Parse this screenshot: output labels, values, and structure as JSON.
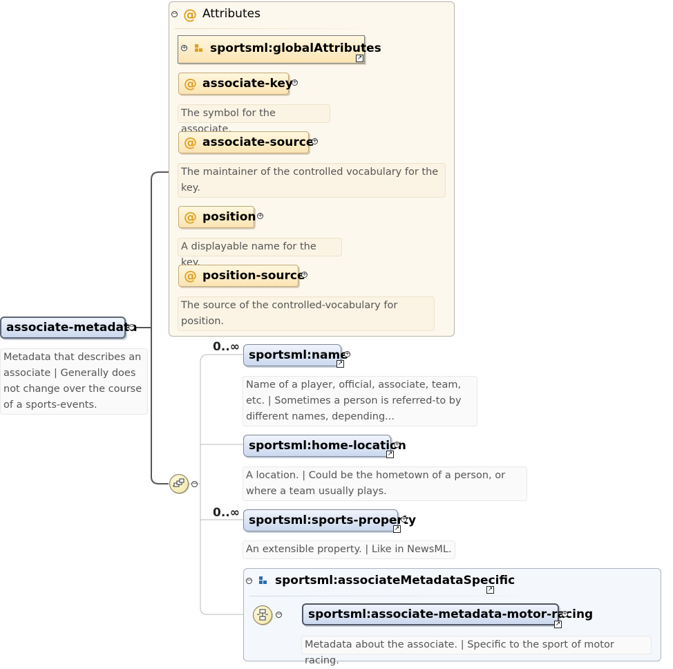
{
  "root": {
    "name": "associate-metadata",
    "doc": [
      "Metadata that describes an",
      "associate | Generally does",
      "not change over the course",
      "of a sports-events."
    ]
  },
  "attributes": {
    "title": "Attributes",
    "group_ref": "sportsml:globalAttributes",
    "items": [
      {
        "name": "associate-key",
        "doc": [
          "The symbol for the associate."
        ]
      },
      {
        "name": "associate-source",
        "doc": [
          "The maintainer of the controlled vocabulary for the",
          "key."
        ]
      },
      {
        "name": "position",
        "doc": [
          "A displayable name for the key."
        ]
      },
      {
        "name": "position-source",
        "doc": [
          "The source of the controlled-vocabulary for",
          "position."
        ]
      }
    ]
  },
  "sequence": {
    "children": [
      {
        "name": "sportsml:name",
        "cardinality": "0..∞",
        "doc": [
          "Name of a player, official, associate, team,",
          "etc. | Sometimes a person is referred-to by",
          "different names, depending..."
        ]
      },
      {
        "name": "sportsml:home-location",
        "cardinality": "",
        "doc": [
          "A location. | Could be the hometown of a person, or",
          "where a team usually plays."
        ]
      },
      {
        "name": "sportsml:sports-property",
        "cardinality": "0..∞",
        "doc": [
          "An extensible property. | Like in NewsML."
        ]
      }
    ],
    "group": {
      "title": "sportsml:associateMetadataSpecific",
      "choice_child": {
        "name": "sportsml:associate-metadata-motor-racing",
        "doc": [
          "Metadata about the associate. | Specific to the sport of motor racing."
        ]
      }
    }
  },
  "colors": {
    "attribute_fill": "#fbe4b3",
    "element_fill": "#cbd8ee",
    "at_symbol": "#e0a020",
    "group_icon": "#2b6cb0"
  }
}
